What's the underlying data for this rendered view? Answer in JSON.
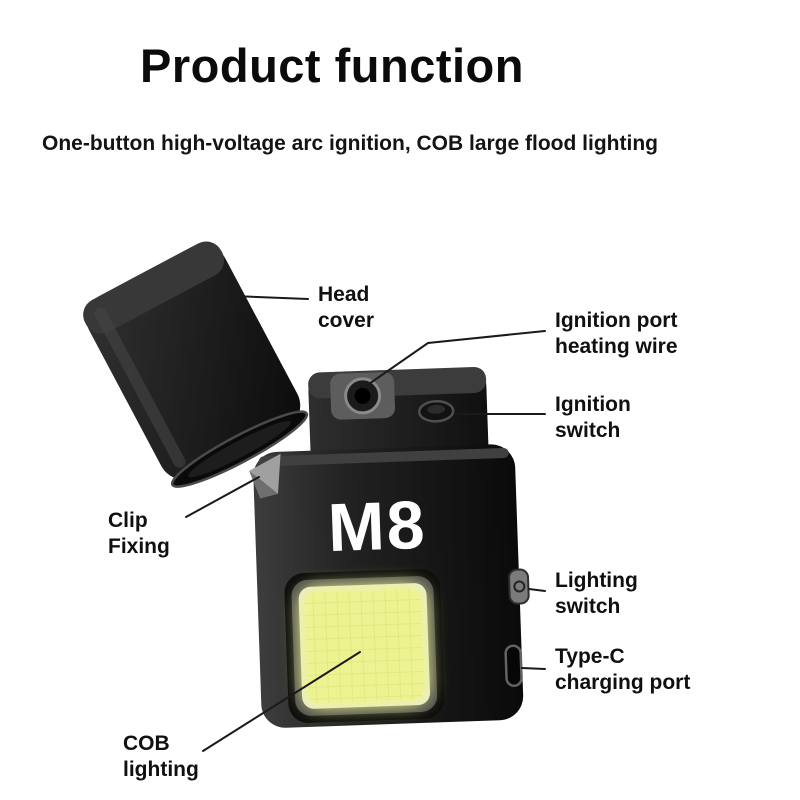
{
  "header": {
    "title": "Product function",
    "subtitle": "One-button high-voltage arc ignition, COB large flood lighting"
  },
  "product": {
    "model": "M8"
  },
  "labels": {
    "head_cover": "Head\ncover",
    "ignition_port": "Ignition port\nheating wire",
    "ignition_switch": "Ignition\nswitch",
    "clip_fixing": "Clip\nFixing",
    "lighting_switch": "Lighting\nswitch",
    "type_c": "Type-C\ncharging port",
    "cob_lighting": "COB\nlighting"
  },
  "colors": {
    "body_black": "#1a1a1a",
    "cob_glow": "#eef391",
    "label_text": "#101010",
    "background": "#ffffff"
  }
}
